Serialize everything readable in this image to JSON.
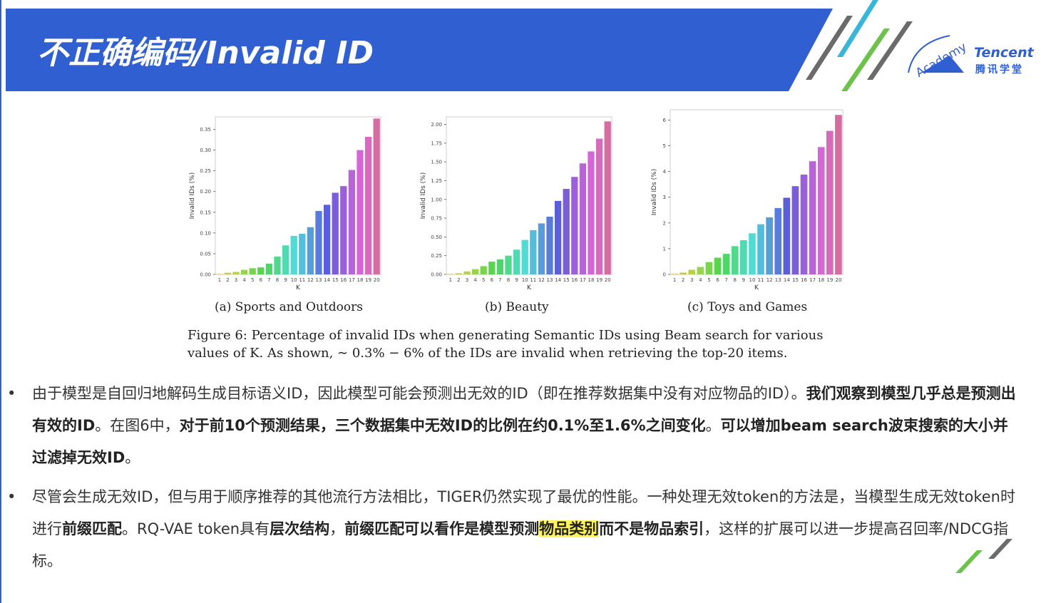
{
  "slide": {
    "title": "不正确编码/Invalid ID",
    "logo": {
      "academy": "Academy",
      "brand": "Tencent",
      "brand_cn": "腾讯学堂"
    },
    "colors": {
      "header_blue": "#2f5fd0",
      "stripe_gray": "#6b6b6b",
      "stripe_green": "#6cc24a",
      "stripe_cyan": "#38b6d8",
      "highlight": "#fff45c"
    }
  },
  "figure": {
    "caption_line1": "Figure 6: Percentage of invalid IDs when generating Semantic IDs using Beam search for various",
    "caption_line2": "values of K. As shown, ∼ 0.3% − 6% of the IDs are invalid when retrieving the top-20 items."
  },
  "chart_data": [
    {
      "type": "bar",
      "caption": "(a) Sports and Outdoors",
      "xlabel": "K",
      "ylabel": "Invalid IDs (%)",
      "categories": [
        "1",
        "2",
        "3",
        "4",
        "5",
        "6",
        "7",
        "8",
        "9",
        "10",
        "11",
        "12",
        "13",
        "14",
        "15",
        "16",
        "17",
        "18",
        "19",
        "20"
      ],
      "values": [
        0.001,
        0.004,
        0.006,
        0.011,
        0.015,
        0.017,
        0.026,
        0.043,
        0.07,
        0.093,
        0.098,
        0.114,
        0.153,
        0.168,
        0.197,
        0.213,
        0.252,
        0.3,
        0.332,
        0.376
      ],
      "ylim": [
        0,
        0.38
      ],
      "yticks": [
        0.0,
        0.05,
        0.1,
        0.15,
        0.2,
        0.25,
        0.3,
        0.35
      ],
      "ytick_labels": [
        "0.00",
        "0.05",
        "0.10",
        "0.15",
        "0.20",
        "0.25",
        "0.30",
        "0.35"
      ],
      "grid": false
    },
    {
      "type": "bar",
      "caption": "(b) Beauty",
      "xlabel": "K",
      "ylabel": "Invalid IDs (%)",
      "categories": [
        "1",
        "2",
        "3",
        "4",
        "5",
        "6",
        "7",
        "8",
        "9",
        "10",
        "11",
        "12",
        "13",
        "14",
        "15",
        "16",
        "17",
        "18",
        "19",
        "20"
      ],
      "values": [
        0.005,
        0.015,
        0.04,
        0.07,
        0.11,
        0.17,
        0.2,
        0.25,
        0.33,
        0.46,
        0.59,
        0.68,
        0.77,
        0.98,
        1.14,
        1.3,
        1.48,
        1.64,
        1.81,
        2.04
      ],
      "ylim": [
        0,
        2.1
      ],
      "yticks": [
        0.0,
        0.25,
        0.5,
        0.75,
        1.0,
        1.25,
        1.5,
        1.75,
        2.0
      ],
      "ytick_labels": [
        "0.00",
        "0.25",
        "0.50",
        "0.75",
        "1.00",
        "1.25",
        "1.50",
        "1.75",
        "2.00"
      ],
      "grid": false
    },
    {
      "type": "bar",
      "caption": "(c) Toys and Games",
      "xlabel": "K",
      "ylabel": "Invalid IDs (%)",
      "categories": [
        "1",
        "2",
        "3",
        "4",
        "5",
        "6",
        "7",
        "8",
        "9",
        "10",
        "11",
        "12",
        "13",
        "14",
        "15",
        "16",
        "17",
        "18",
        "19",
        "20"
      ],
      "values": [
        0.02,
        0.07,
        0.18,
        0.29,
        0.48,
        0.65,
        0.8,
        1.1,
        1.33,
        1.6,
        1.95,
        2.22,
        2.58,
        2.98,
        3.43,
        3.88,
        4.4,
        4.95,
        5.58,
        6.2
      ],
      "ylim": [
        0,
        6.4
      ],
      "yticks": [
        0,
        1,
        2,
        3,
        4,
        5,
        6
      ],
      "ytick_labels": [
        "0",
        "1",
        "2",
        "3",
        "4",
        "5",
        "6"
      ],
      "grid": false
    }
  ],
  "bullets": [
    {
      "segments": [
        {
          "text": "由于模型是自回归地解码生成目标语义ID，因此模型可能会预测出无效的ID（即在推荐数据集中没有对应物品的ID）。",
          "style": "normal"
        },
        {
          "text": "我们观察到模型几乎总是预测出有效的ID",
          "style": "bold"
        },
        {
          "text": "。在图6中，",
          "style": "normal"
        },
        {
          "text": "对于前10个预测结果，三个数据集中无效ID的比例在约0.1%至1.6%之间变化",
          "style": "bold"
        },
        {
          "text": "。",
          "style": "normal"
        },
        {
          "text": "可以增加beam search波束搜索的大小并过滤掉无效ID",
          "style": "bold"
        },
        {
          "text": "。",
          "style": "normal"
        }
      ]
    },
    {
      "segments": [
        {
          "text": "尽管会生成无效ID，但与用于顺序推荐的其他流行方法相比，TIGER仍然实现了最优的性能。一种处理无效token的方法是，当模型生成无效token时进行",
          "style": "normal"
        },
        {
          "text": "前缀匹配",
          "style": "bold"
        },
        {
          "text": "。RQ-VAE token具有",
          "style": "normal"
        },
        {
          "text": "层次结构",
          "style": "bold"
        },
        {
          "text": "，",
          "style": "normal"
        },
        {
          "text": "前缀匹配可以看作是模型预测",
          "style": "bold"
        },
        {
          "text": "物品类别",
          "style": "bold-highlight"
        },
        {
          "text": "而不是物品索引",
          "style": "bold"
        },
        {
          "text": "，这样的扩展可以进一步提高召回率/NDCG指标。",
          "style": "normal"
        }
      ]
    }
  ]
}
